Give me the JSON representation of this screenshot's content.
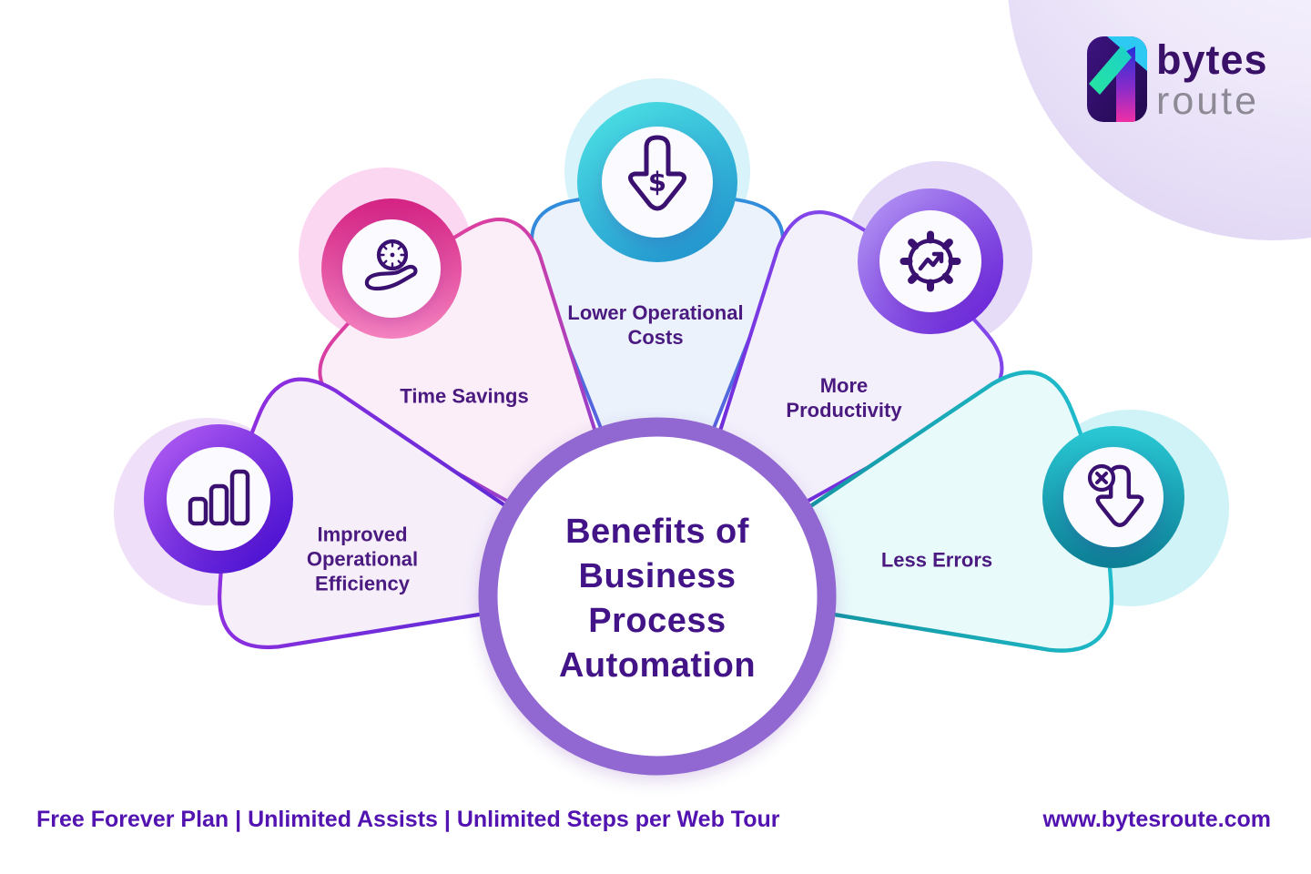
{
  "brand": {
    "logo_icon": "bytesroute-one-arrow-icon",
    "name_line1": "bytes",
    "name_line2": "route",
    "website": "www.bytesroute.com"
  },
  "center": {
    "title": "Benefits of Business Process Automation",
    "ring_color": "#9168D2",
    "title_color": "#421487"
  },
  "petals": [
    {
      "id": "improved-operational-efficiency",
      "label": "Improved Operational Efficiency",
      "icon": "bar-chart-icon",
      "accent": "#7A2FD9",
      "fill": "#F6EFFA"
    },
    {
      "id": "time-savings",
      "label": "Time Savings",
      "icon": "clock-in-hand-icon",
      "accent": "#DC4AA6",
      "fill": "#FBEEF8"
    },
    {
      "id": "lower-operational-costs",
      "label": "Lower Operational Costs",
      "icon": "dollar-down-arrow-icon",
      "accent": "#2E90DC",
      "fill": "#EBF2FB"
    },
    {
      "id": "more-productivity",
      "label": "More Productivity",
      "icon": "gear-growth-arrow-icon",
      "accent": "#7C3AED",
      "fill": "#F4F0FB"
    },
    {
      "id": "less-errors",
      "label": "Less Errors",
      "icon": "error-down-arrow-icon",
      "accent": "#16A8B8",
      "fill": "#E9FAFB"
    }
  ],
  "footer": {
    "tagline": "Free Forever Plan | Unlimited Assists | Unlimited Steps per Web Tour"
  },
  "colors": {
    "label_text": "#4A1A80",
    "footer_text": "#5213B0",
    "icon_stroke": "#3A1070",
    "background": "#FFFFFF"
  }
}
